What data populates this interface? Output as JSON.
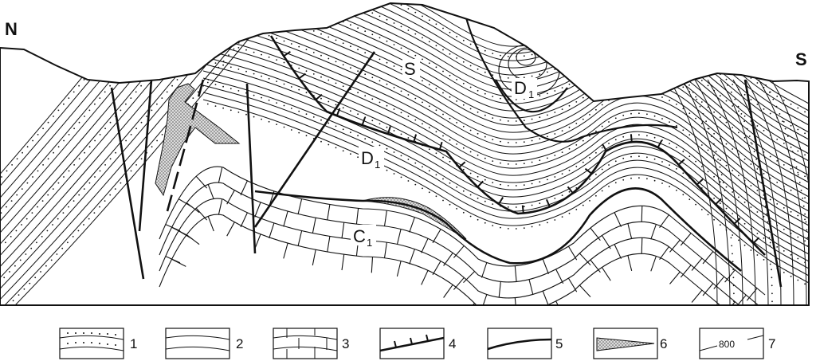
{
  "compass": {
    "north": "N",
    "south": "S"
  },
  "unit_labels": {
    "silurian": "S",
    "devonian_main": "D",
    "devonian_main_sub": "1",
    "devonian_top": "D",
    "devonian_top_sub": "1",
    "carboniferous": "C",
    "carboniferous_sub": "1"
  },
  "legend": [
    {
      "number": "1",
      "symbol": "dotted-layers"
    },
    {
      "number": "2",
      "symbol": "wavy-layers"
    },
    {
      "number": "3",
      "symbol": "brick-layers"
    },
    {
      "number": "4",
      "symbol": "ticked-line"
    },
    {
      "number": "5",
      "symbol": "bold-line"
    },
    {
      "number": "6",
      "symbol": "stippled-lens"
    },
    {
      "number": "7",
      "symbol": "contour-line",
      "value": "800"
    }
  ],
  "colors": {
    "line": "#111111",
    "stipple": "#9a9a9a",
    "background": "#ffffff"
  }
}
